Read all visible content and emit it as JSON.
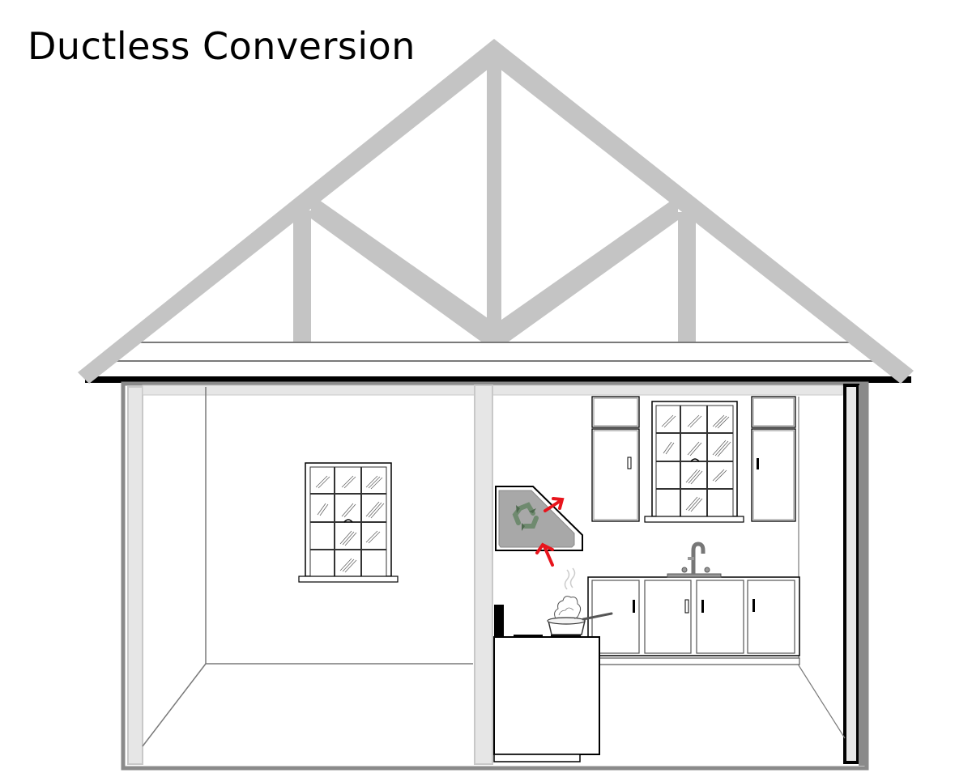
{
  "title": "Ductless Conversion",
  "colors": {
    "truss": "#c4c4c4",
    "wall_frame": "#8a8a8a",
    "wall_inner": "#e6e6e6",
    "outline": "#000000",
    "hood_fill": "#a8a8a8",
    "arrow": "#e8141c",
    "recycle": "#6f8a6f"
  },
  "illustration": {
    "roof": "truss-roof",
    "left_room": {
      "window": "12-pane-window"
    },
    "kitchen": {
      "range_hood": {
        "type": "ductless-recirculating",
        "icon": "recycle-icon",
        "airflow_arrows": 2
      },
      "upper_cabinets": 2,
      "window": "12-pane-window",
      "base_cabinets": 4,
      "sink": "faucet-sink",
      "stove": "range-with-steaming-pot"
    }
  }
}
